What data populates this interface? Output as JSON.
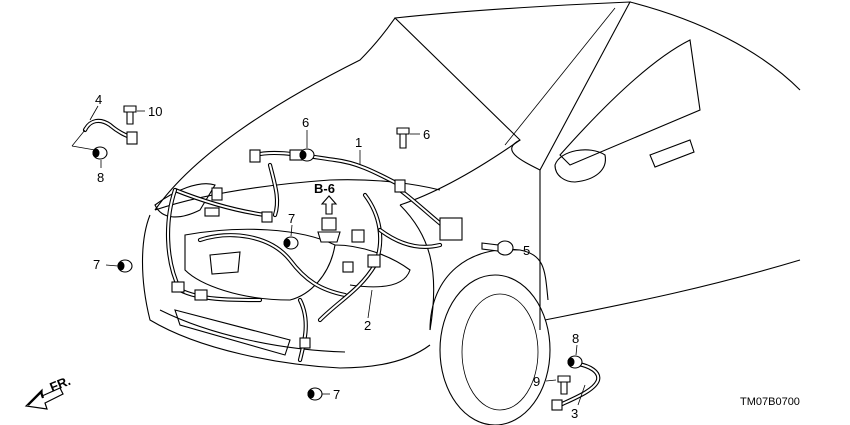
{
  "callouts": {
    "p1": "1",
    "p2": "2",
    "p3": "3",
    "p4": "4",
    "p5": "5",
    "p6a": "6",
    "p6b": "6",
    "p7a": "7",
    "p7b": "7",
    "p7c": "7",
    "p8a": "8",
    "p8b": "8",
    "p9": "9",
    "p10": "10"
  },
  "ref_label": "B-6",
  "front_label": "FR.",
  "diagram_code": "TM07B0700"
}
